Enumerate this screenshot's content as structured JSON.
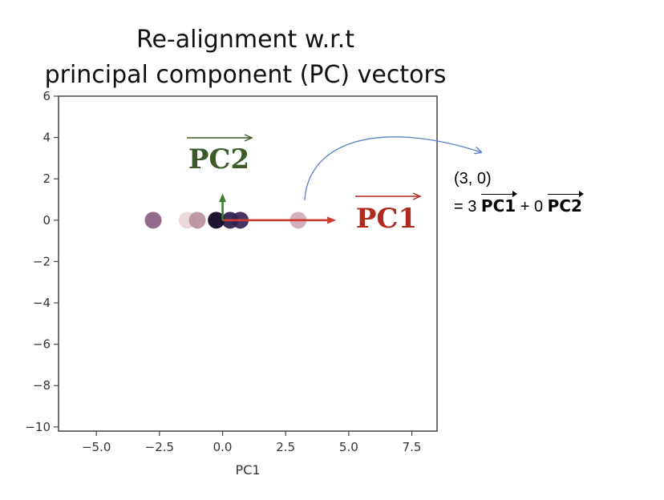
{
  "title": {
    "line1": "Re-alignment w.r.t",
    "line2": "principal component (PC) vectors"
  },
  "annotation": {
    "point": "(3, 0)",
    "eq_prefix": "= 3",
    "pc1": "PC1",
    "plus": "+ 0",
    "pc2": "PC2"
  },
  "colors": {
    "pc1_arrow": "#cc3b2f",
    "pc2_arrow": "#3f7a35",
    "pc1_label": "#b02a1e",
    "pc2_label": "#3d5a2a",
    "curve": "#5b7fc4"
  },
  "chart_data": {
    "type": "scatter",
    "title": "",
    "xlabel": "PC1",
    "ylabel": "",
    "xlim": [
      -6.5,
      8.5
    ],
    "ylim": [
      -10.2,
      6.0
    ],
    "xticks": [
      -5.0,
      -2.5,
      0.0,
      2.5,
      5.0,
      7.5
    ],
    "yticks": [
      6,
      4,
      2,
      0,
      -2,
      -4,
      -6,
      -8,
      -10
    ],
    "grid": false,
    "points": [
      {
        "x": -2.75,
        "y": 0,
        "color": "#8a5b7e",
        "alpha": 0.9
      },
      {
        "x": -1.4,
        "y": 0,
        "color": "#e8d4d6",
        "alpha": 0.9
      },
      {
        "x": -1.0,
        "y": 0,
        "color": "#b88e9f",
        "alpha": 0.9
      },
      {
        "x": 3.0,
        "y": 0,
        "color": "#cfa9b5",
        "alpha": 0.9
      },
      {
        "x": 0.7,
        "y": 0,
        "color": "#3e2a5c",
        "alpha": 0.95
      },
      {
        "x": 0.3,
        "y": 0,
        "color": "#2f2450",
        "alpha": 0.95
      },
      {
        "x": -0.25,
        "y": 0,
        "color": "#1f1430",
        "alpha": 1.0
      }
    ],
    "vectors": [
      {
        "name": "PC1",
        "from": [
          0,
          0
        ],
        "to": [
          4.5,
          0
        ]
      },
      {
        "name": "PC2",
        "from": [
          0,
          0
        ],
        "to": [
          0,
          1.3
        ]
      }
    ]
  }
}
